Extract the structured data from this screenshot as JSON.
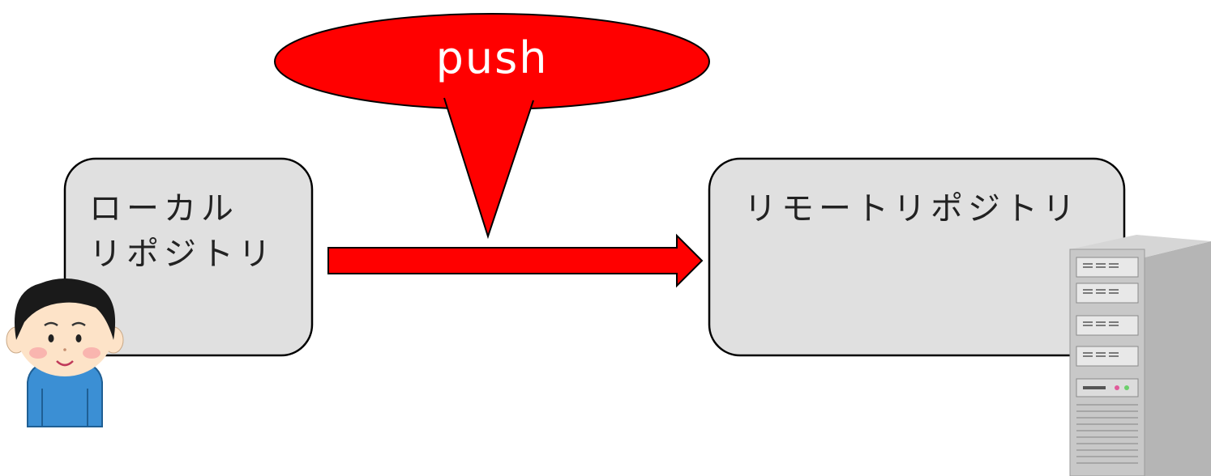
{
  "local_repo": {
    "line1": "ローカル",
    "line2": "リポジトリ"
  },
  "remote_repo": {
    "label": "リモートリポジトリ"
  },
  "action": {
    "label": "push"
  },
  "colors": {
    "arrow": "#ff0000",
    "bubble": "#ff0000",
    "box_fill": "#e0e0e0",
    "outline": "#000000",
    "server": "#c8c8c8",
    "shirt": "#3b8fd4",
    "hair": "#1a1a1a",
    "skin": "#fde3c8"
  },
  "icons": {
    "person": "person-icon",
    "server": "server-icon"
  }
}
